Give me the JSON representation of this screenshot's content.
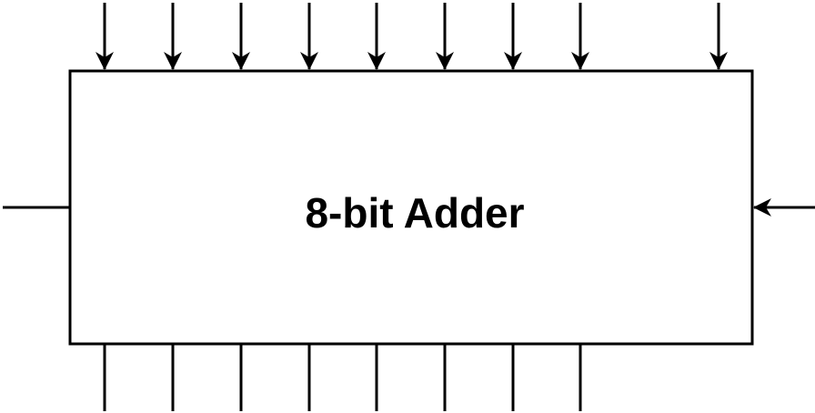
{
  "diagram": {
    "block_label": "8-bit Adder",
    "top_inputs": 9,
    "bottom_outputs": 8,
    "left_lines": 1,
    "right_inputs": 1
  },
  "colors": {
    "stroke": "#000000",
    "background": "#ffffff"
  }
}
